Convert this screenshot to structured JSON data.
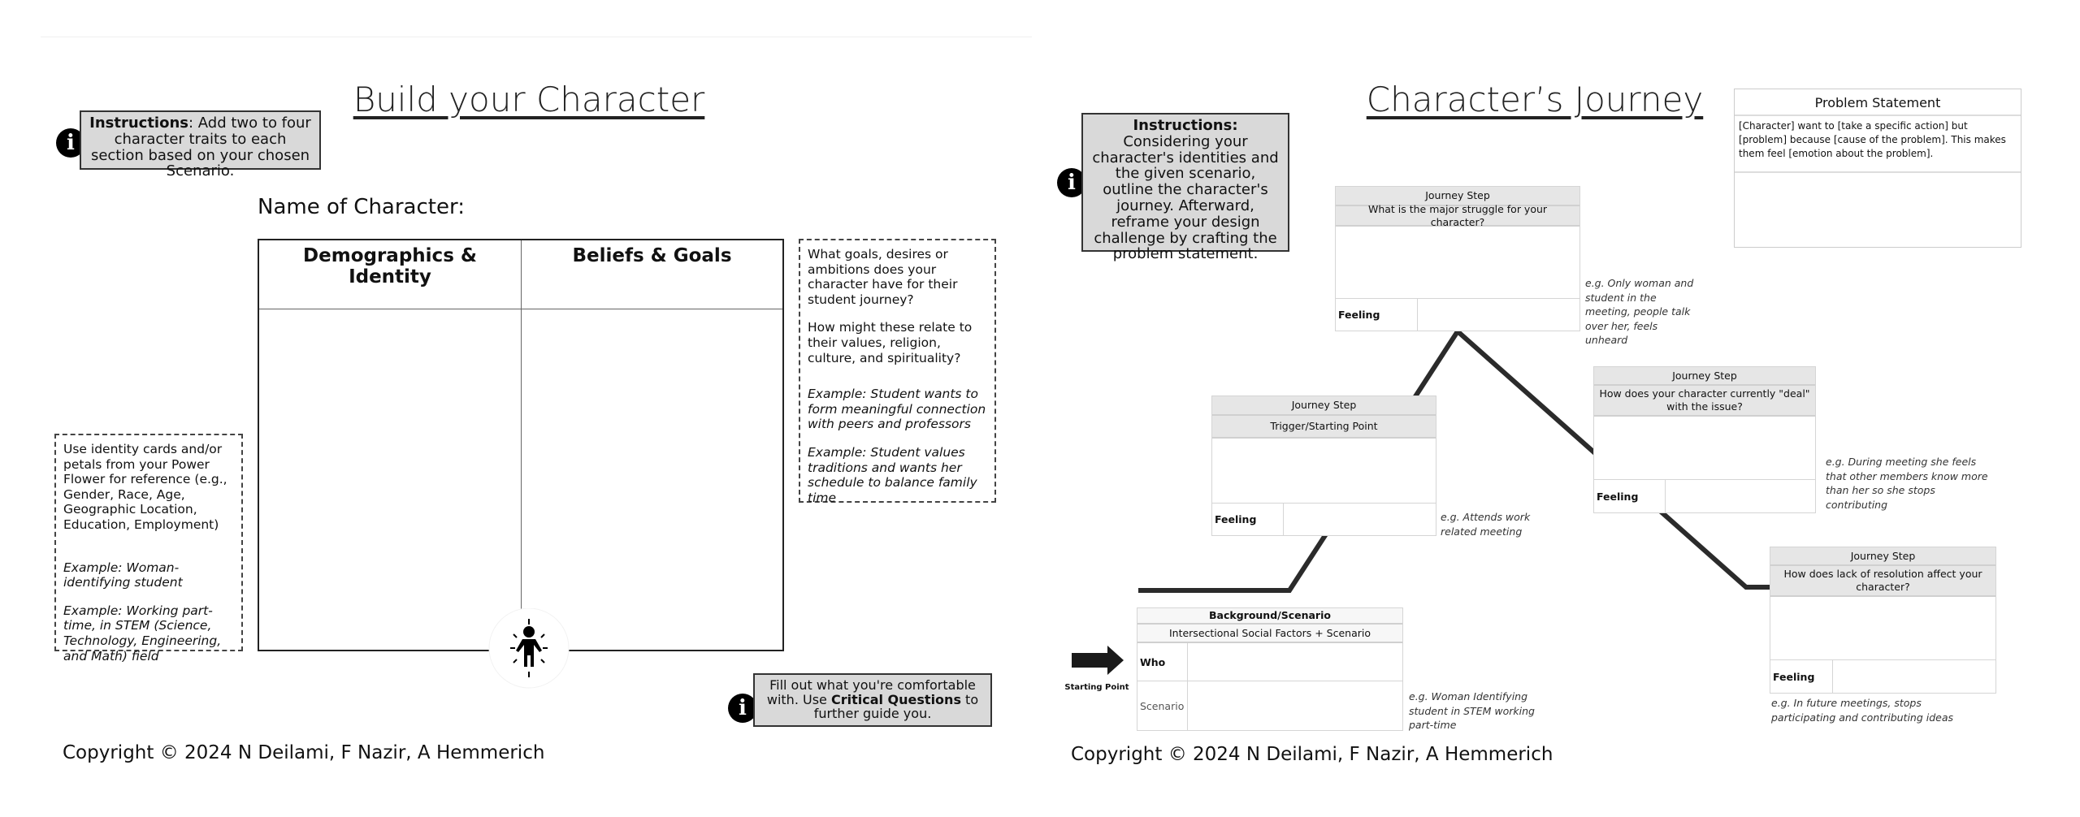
{
  "left": {
    "title": "Build your Character",
    "instructions": {
      "bold": "Instructions",
      "text": ": Add two to four character traits to each section based on your chosen Scenario."
    },
    "name_label": "Name of Character:",
    "table": {
      "col1": "Demographics & Identity",
      "col2": "Beliefs & Goals"
    },
    "right_hint": {
      "q1": "What goals, desires or ambitions does your character have for their student journey?",
      "q2": "How might these relate to their values, religion, culture, and spirituality?",
      "ex1": "Example: Student wants to form meaningful connection with peers and professors",
      "ex2": "Example: Student values traditions and wants her schedule to balance family time"
    },
    "left_hint": {
      "text": "Use identity cards and/or petals from your Power Flower for reference (e.g., Gender, Race, Age, Geographic Location, Education, Employment)",
      "ex1": "Example: Woman-identifying student",
      "ex2": "Example: Working part-time, in STEM (Science, Technology, Engineering, and Math) field"
    },
    "bottom_note": {
      "pre": "Fill out what you're comfortable with. Use ",
      "bold": "Critical Questions",
      "post": " to further guide you."
    },
    "copyright": "Copyright © 2024 N Deilami, F Nazir, A Hemmerich"
  },
  "right": {
    "title": "Character’s Journey",
    "instructions": {
      "bold": "Instructions:",
      "text": " Considering your character's identities and the given scenario, outline the character's journey. Afterward, reframe your design challenge by crafting the problem statement."
    },
    "problem": {
      "title": "Problem Statement",
      "text": "[Character] want to [take a specific action] but [problem] because [cause of the problem]. This makes them feel [emotion about the problem]."
    },
    "steps": [
      {
        "header": "Journey Step",
        "question": "What is the major struggle for your character?",
        "feeling": "Feeling",
        "note": "e.g. Only woman and student in the meeting, people talk over her, feels unheard"
      },
      {
        "header": "Journey Step",
        "question": "Trigger/Starting Point",
        "feeling": "Feeling",
        "note": "e.g. Attends work related meeting"
      },
      {
        "header": "Journey Step",
        "question": "How does your character currently \"deal\" with the issue?",
        "feeling": "Feeling",
        "note": "e.g. During meeting she feels that other members know more than her so she stops contributing"
      },
      {
        "header": "Journey Step",
        "question": "How does lack of resolution affect your character?",
        "feeling": "Feeling",
        "note": "e.g. In future meetings, stops participating and contributing ideas"
      }
    ],
    "background": {
      "header": "Background/Scenario",
      "sub": "Intersectional Social Factors + Scenario",
      "who": "Who",
      "scenario": "Scenario",
      "note": "e.g. Woman Identifying student in STEM working part-time"
    },
    "starting_point": "Starting Point",
    "copyright": "Copyright © 2024 N Deilami, F Nazir, A Hemmerich"
  }
}
